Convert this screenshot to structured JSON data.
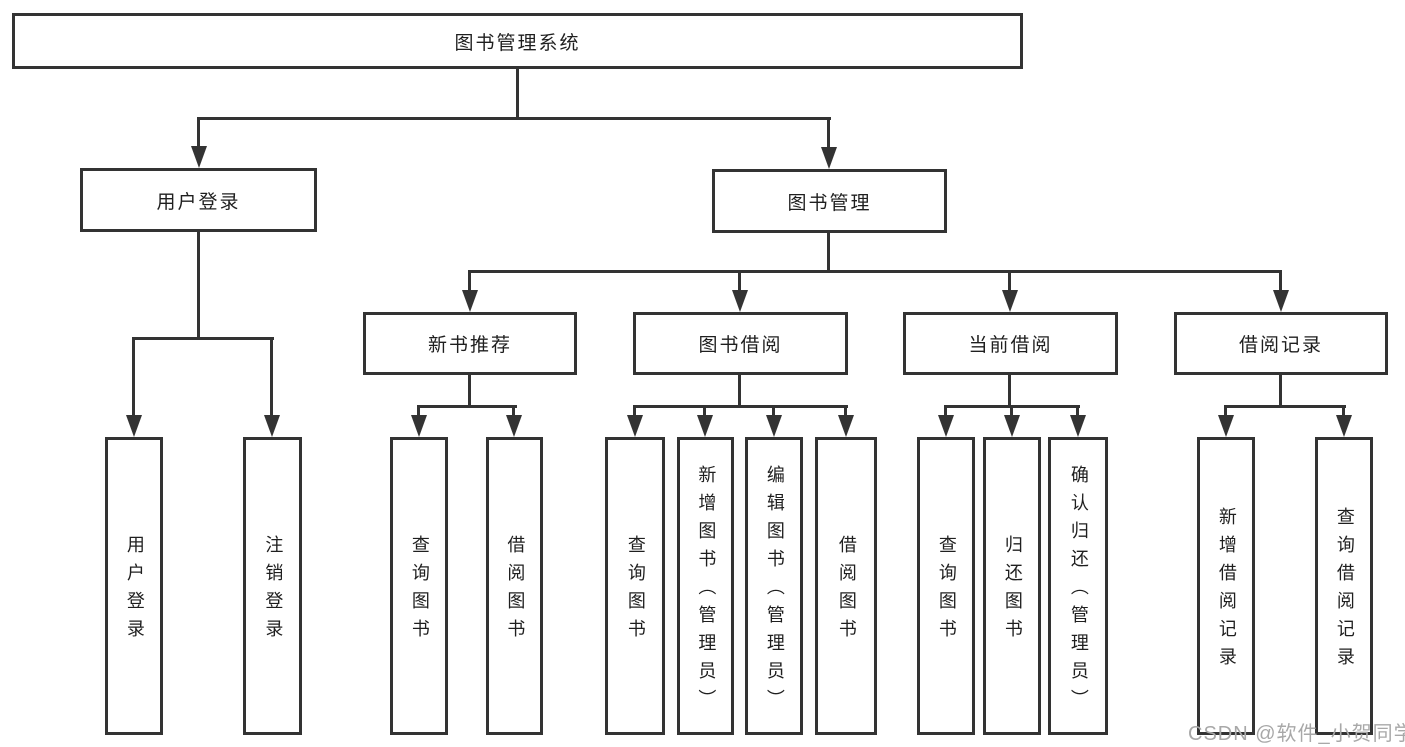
{
  "tree": {
    "root": "图书管理系统",
    "branches": [
      {
        "label": "用户登录",
        "children": [
          "用户登录",
          "注销登录"
        ]
      },
      {
        "label": "图书管理",
        "children": [
          {
            "label": "新书推荐",
            "children": [
              "查询图书",
              "借阅图书"
            ]
          },
          {
            "label": "图书借阅",
            "children": [
              "查询图书",
              "新增图书（管理员）",
              "编辑图书（管理员）",
              "借阅图书"
            ]
          },
          {
            "label": "当前借阅",
            "children": [
              "查询图书",
              "归还图书",
              "确认归还（管理员）"
            ]
          },
          {
            "label": "借阅记录",
            "children": [
              "新增借阅记录",
              "查询借阅记录"
            ]
          }
        ]
      }
    ]
  },
  "watermark": {
    "text": "CSDN @软件_小贺同学"
  },
  "colors": {
    "line": "#333333",
    "box_border": "#333333",
    "background": "#ffffff",
    "text": "#1f1f1f",
    "watermark": "#a8a8a8"
  }
}
